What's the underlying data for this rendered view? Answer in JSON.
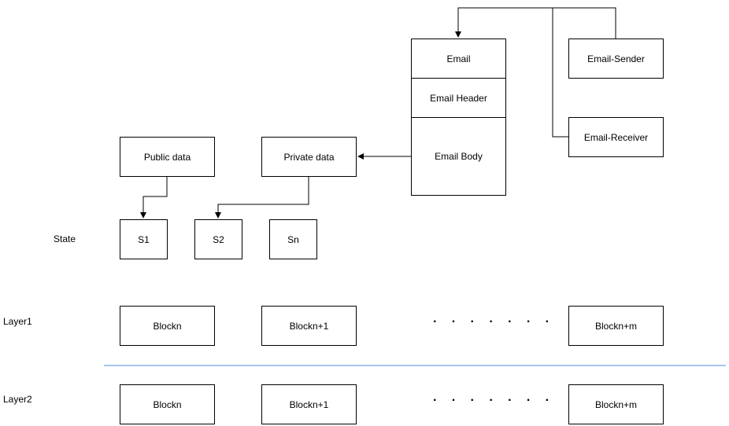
{
  "email": {
    "title": "Email",
    "header": "Email Header",
    "body": "Email Body",
    "sender": "Email-Sender",
    "receiver": "Email-Receiver"
  },
  "data_boxes": {
    "public": "Public data",
    "private": "Private data"
  },
  "state": {
    "label": "State",
    "items": [
      "S1",
      "S2",
      "Sn"
    ]
  },
  "layers": [
    {
      "label": "Layer1",
      "blocks": [
        "Blockn",
        "Blockn+1",
        "Blockn+m"
      ],
      "ellipsis": "· · · · · · ·"
    },
    {
      "label": "Layer2",
      "blocks": [
        "Blockn",
        "Blockn+1",
        "Blockn+m"
      ],
      "ellipsis": "· · · · · · ·"
    }
  ],
  "colors": {
    "stroke": "#000000",
    "divider": "#4a90d9"
  }
}
